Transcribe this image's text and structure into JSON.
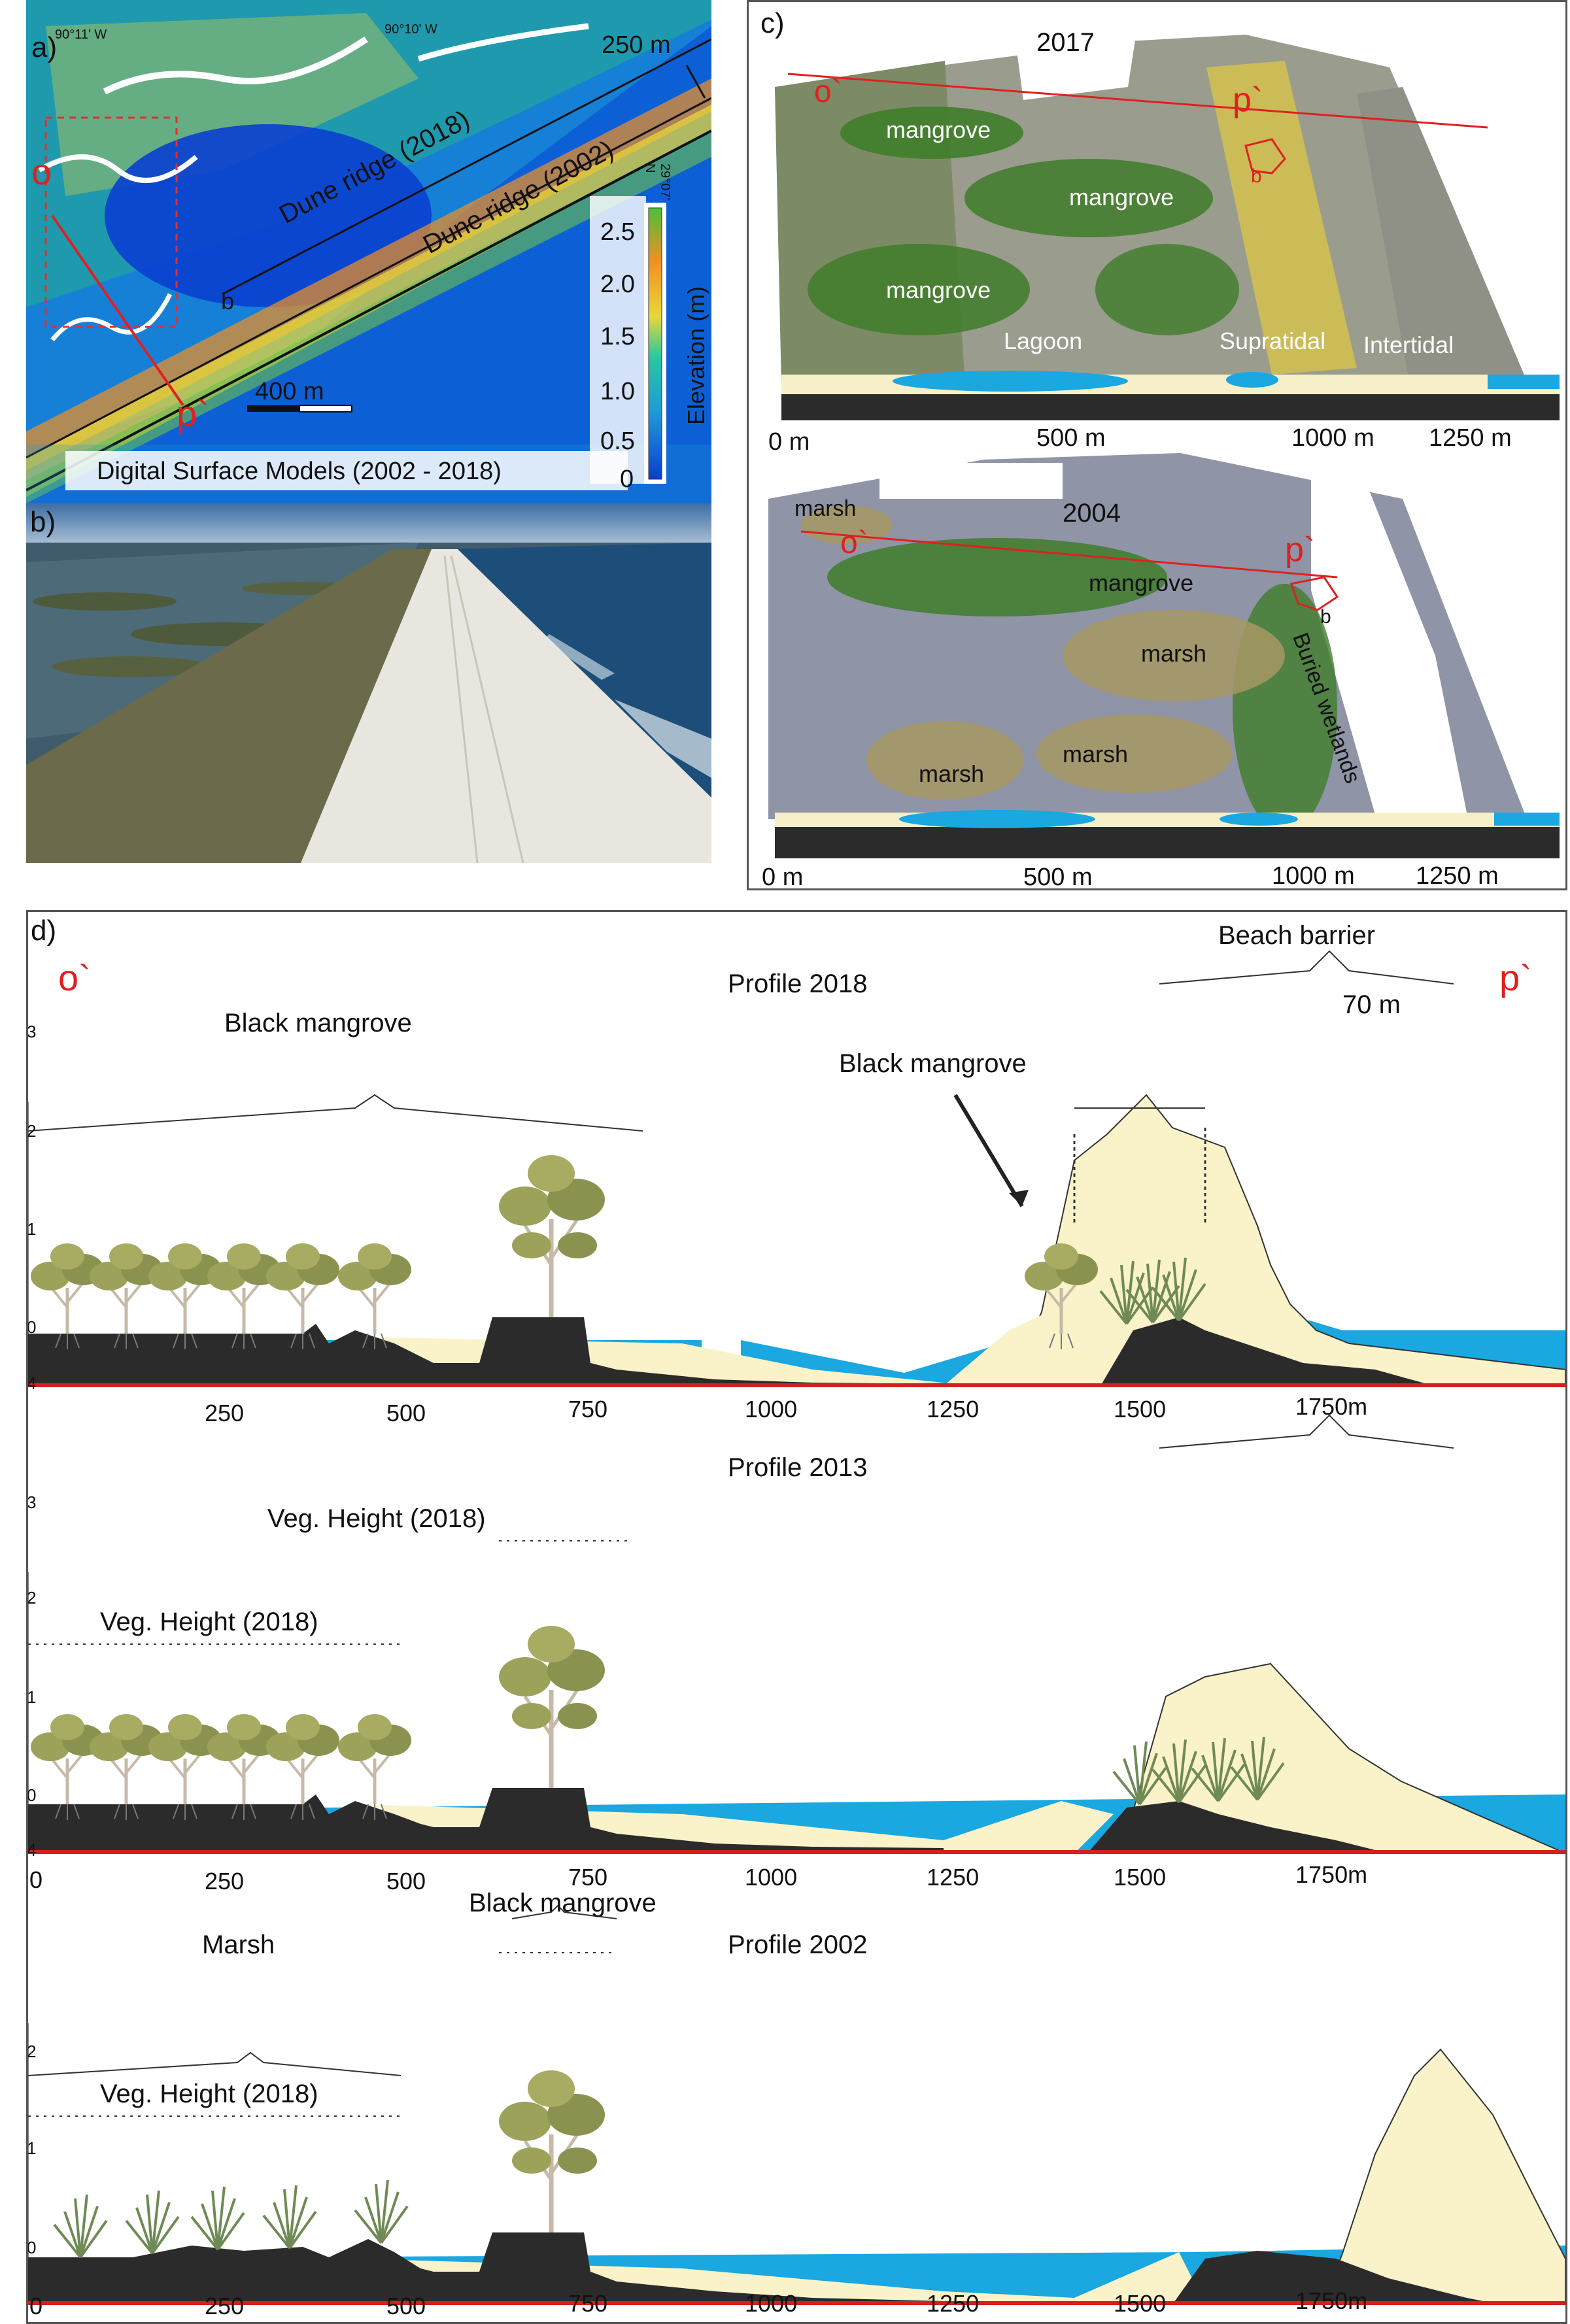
{
  "panel_a": {
    "label": "a)",
    "lon_left": "90°11' W",
    "lon_mid": "90°10' W",
    "lat": "29°07' N",
    "range": "250 m",
    "profile_start": "o",
    "profile_end": "p`",
    "dune_2018": "Dune ridge (2018)",
    "dune_2002": "Dune ridge (2002)",
    "marker_b": "b",
    "scale_label": "400 m",
    "caption": "Digital Surface Models (2002 - 2018)",
    "colorbar_title": "Elevation (m)",
    "colorbar_ticks": [
      "2.5",
      "2.0",
      "1.5",
      "1.0",
      "0.5",
      "0"
    ],
    "colors": [
      "#0a3fd0",
      "#1f9bd8",
      "#28c8a0",
      "#e8d83a",
      "#f39020",
      "#6cc24a"
    ]
  },
  "panel_b": {
    "label": "b)"
  },
  "panel_c": {
    "label": "c)",
    "top": {
      "year": "2017",
      "o": "o`",
      "p": "p`",
      "b": "b",
      "labels": [
        "mangrove",
        "mangrove",
        "mangrove",
        "Lagoon",
        "Supratidal",
        "Intertidal"
      ],
      "axis": [
        "0 m",
        "500 m",
        "1000 m",
        "1250 m"
      ]
    },
    "bottom": {
      "year": "2004",
      "o": "o`",
      "p": "p`",
      "b": "b",
      "labels": [
        "marsh",
        "mangrove",
        "marsh",
        "marsh",
        "marsh",
        "Buried wetlands"
      ],
      "axis": [
        "0 m",
        "500 m",
        "1000 m",
        "1250 m"
      ]
    }
  },
  "panel_d": {
    "label": "d)",
    "o_label": "o`",
    "p_label": "p`",
    "colors": {
      "sediment": "#2b2b2b",
      "water": "#1ba7e0",
      "sand": "#faf3c9",
      "base": "#d62020"
    },
    "profiles": [
      {
        "title": "Profile 2018",
        "y_ticks": [
          "3",
          "2",
          "1",
          "0",
          "4"
        ],
        "x_ticks": [
          "250",
          "500",
          "750",
          "1000",
          "1250",
          "1500",
          "1750m"
        ],
        "annotations": [
          "Black mangrove",
          "Black mangrove",
          "Beach barrier",
          "70 m"
        ]
      },
      {
        "title": "Profile 2013",
        "y_ticks": [
          "3",
          "2",
          "1",
          "0",
          "4"
        ],
        "x_ticks": [
          "0",
          "250",
          "500",
          "750",
          "1000",
          "1250",
          "1500",
          "1750m"
        ],
        "annotations": [
          "Veg. Height (2018)",
          "Veg. Height (2018)"
        ]
      },
      {
        "title": "Profile 2002",
        "y_ticks": [
          "2",
          "1",
          "0"
        ],
        "x_ticks": [
          "0",
          "250",
          "500",
          "750",
          "1000",
          "1250",
          "1500",
          "1750m"
        ],
        "annotations": [
          "Marsh",
          "Black mangrove",
          "Veg. Height (2018)"
        ]
      }
    ]
  }
}
